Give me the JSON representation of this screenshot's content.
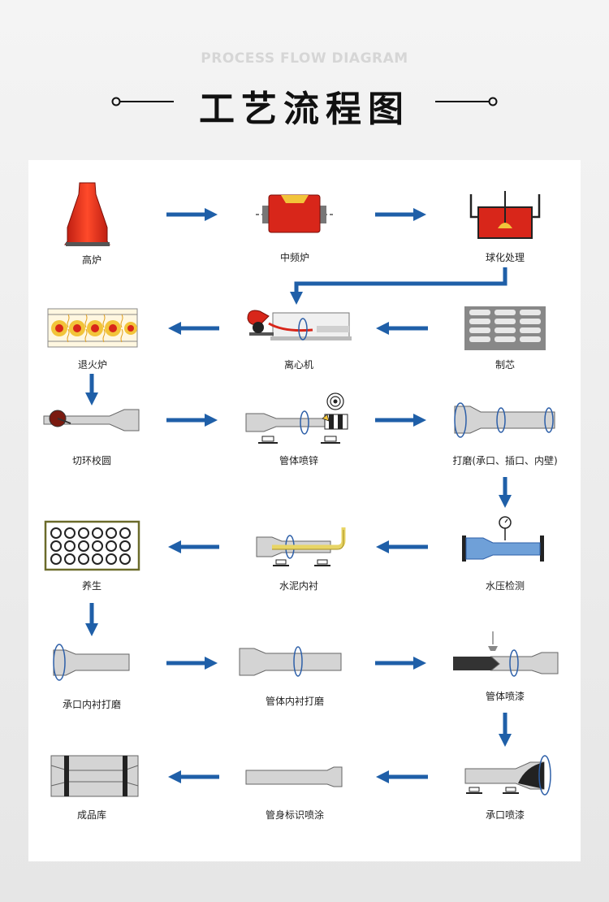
{
  "header": {
    "subtitle": "PROCESS FLOW DIAGRAM",
    "title": "工艺流程图"
  },
  "steps": [
    {
      "label": "高炉"
    },
    {
      "label": "中频炉"
    },
    {
      "label": "球化处理"
    },
    {
      "label": "制芯"
    },
    {
      "label": "离心机"
    },
    {
      "label": "退火炉"
    },
    {
      "label": "切环校圆"
    },
    {
      "label": "管体喷锌"
    },
    {
      "label": "打磨(承口、插口、内壁)"
    },
    {
      "label": "水压检测"
    },
    {
      "label": "水泥内衬"
    },
    {
      "label": "养生"
    },
    {
      "label": "承口内衬打磨"
    },
    {
      "label": "管体内衬打磨"
    },
    {
      "label": "管体喷漆"
    },
    {
      "label": "承口喷漆"
    },
    {
      "label": "管身标识喷涂"
    },
    {
      "label": "成品库"
    }
  ],
  "colors": {
    "arrow": "#1f5fa8",
    "furnace_red": "#e02b1a",
    "pipe_grey": "#d4d4d4",
    "outline": "#555555",
    "water_blue": "#6fa0d8",
    "cement_yellow": "#e8d566",
    "paint_black": "#333333"
  }
}
